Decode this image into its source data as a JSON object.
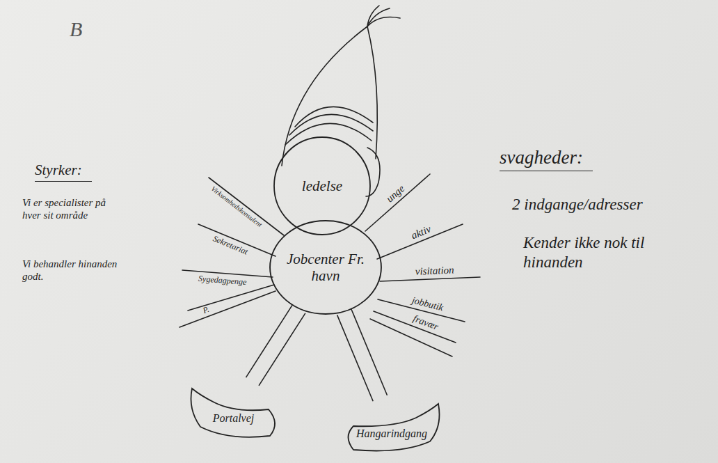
{
  "diagram": {
    "nodes": [
      {
        "text": [
          "ledelse"
        ]
      },
      {
        "text": [
          "Jobcenter Fr. havn"
        ]
      },
      {
        "text": [
          "Portalvej"
        ]
      },
      {
        "text": [
          "Hangarindgang"
        ]
      }
    ],
    "edges": [
      {
        "from": 1,
        "to": 2,
        "arrow": "none"
      },
      {
        "from": 1,
        "to": 3,
        "arrow": "none"
      }
    ],
    "labels": [
      "B",
      "Styrker:",
      "Vi er specialister på hver sit område",
      "Vi behandler hinanden godt.",
      "svagheder:",
      "2 indgange/adresser",
      "Kender ikke nok til hinanden",
      "Virksomhedskonsulent",
      "Sekretariat",
      "Sygedagpenge",
      "P.",
      "unge",
      "aktiv",
      "visitation",
      "jobbutik",
      "fravær"
    ]
  }
}
